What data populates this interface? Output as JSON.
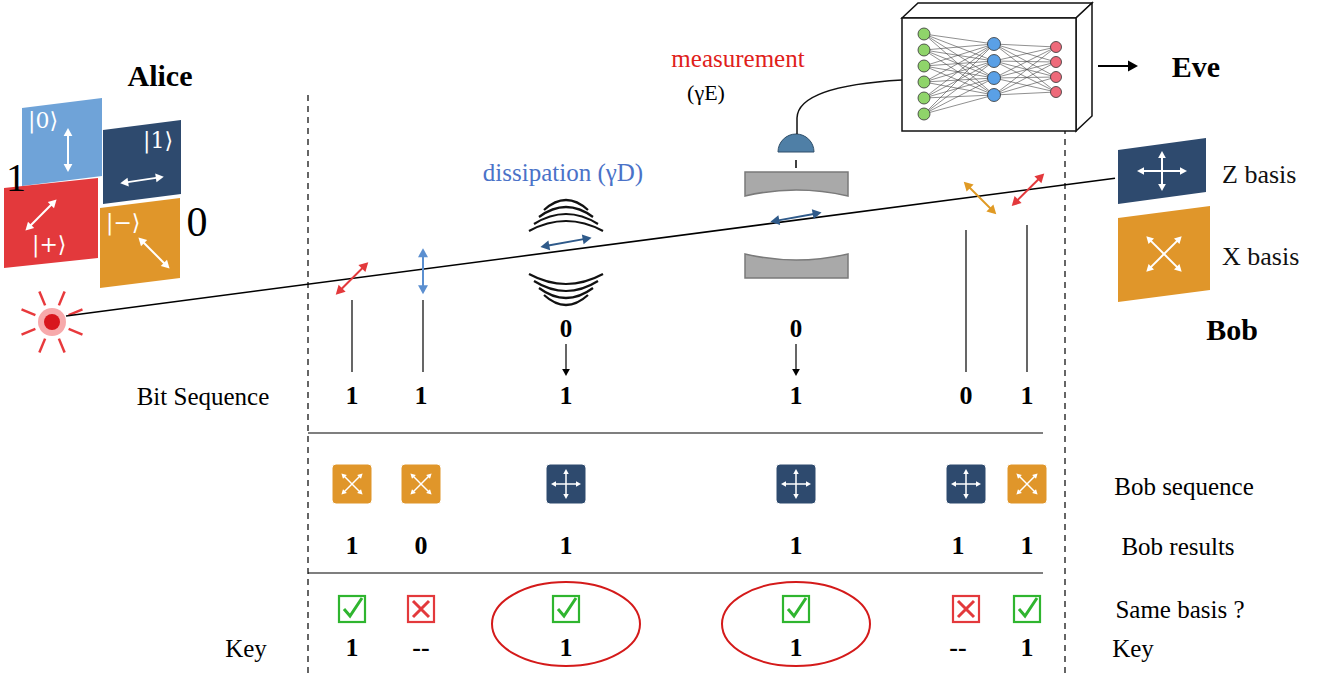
{
  "diagram": {
    "nodes": [
      {
        "text": [
          "|0⟩"
        ]
      },
      {
        "text": [
          "|1⟩"
        ]
      },
      {
        "text": [
          "|+⟩"
        ]
      },
      {
        "text": [
          "|−⟩"
        ]
      },
      {
        "text": [
          "Z basis"
        ]
      },
      {
        "text": [
          "X basis"
        ]
      }
    ],
    "labels": [
      "Alice",
      "1",
      "0",
      "dissipation (γD)",
      "measurement",
      "(γE)",
      "Eve",
      "Bob",
      "0",
      "0",
      "Bit Sequence",
      "1",
      "1",
      "1",
      "1",
      "0",
      "1",
      "Bob sequence",
      "1",
      "0",
      "1",
      "1",
      "1",
      "1",
      "Bob results",
      "Same basis ?",
      "Key",
      "1",
      "--",
      "1",
      "1",
      "--",
      "1",
      "Key"
    ]
  }
}
